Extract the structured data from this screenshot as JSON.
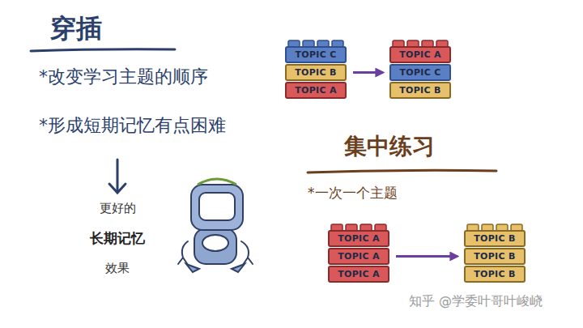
{
  "diagram": {
    "nodes": [
      {
        "text": [
          "TOPIC C"
        ]
      },
      {
        "text": [
          "TOPIC B"
        ]
      },
      {
        "text": [
          "TOPIC A"
        ]
      },
      {
        "text": [
          "TOPIC A"
        ]
      },
      {
        "text": [
          "TOPIC C"
        ]
      },
      {
        "text": [
          "TOPIC B"
        ]
      },
      {
        "text": [
          "TOPIC A"
        ]
      },
      {
        "text": [
          "TOPIC A"
        ]
      },
      {
        "text": [
          "TOPIC A"
        ]
      },
      {
        "text": [
          "TOPIC B"
        ]
      },
      {
        "text": [
          "TOPIC B"
        ]
      },
      {
        "text": [
          "TOPIC B"
        ]
      }
    ],
    "edges": [
      {
        "from": 1,
        "to": 4,
        "arrow": "to"
      },
      {
        "from": 7,
        "to": 10,
        "arrow": "to"
      }
    ],
    "labels": [
      "穿插",
      "*改变学习主题的顺序",
      "*形成短期记忆有点困难",
      "更好的",
      "长期记忆",
      "效果",
      "集中练习",
      "*一次一个主题",
      "知乎 @学委叶哥叶峻峣"
    ]
  }
}
